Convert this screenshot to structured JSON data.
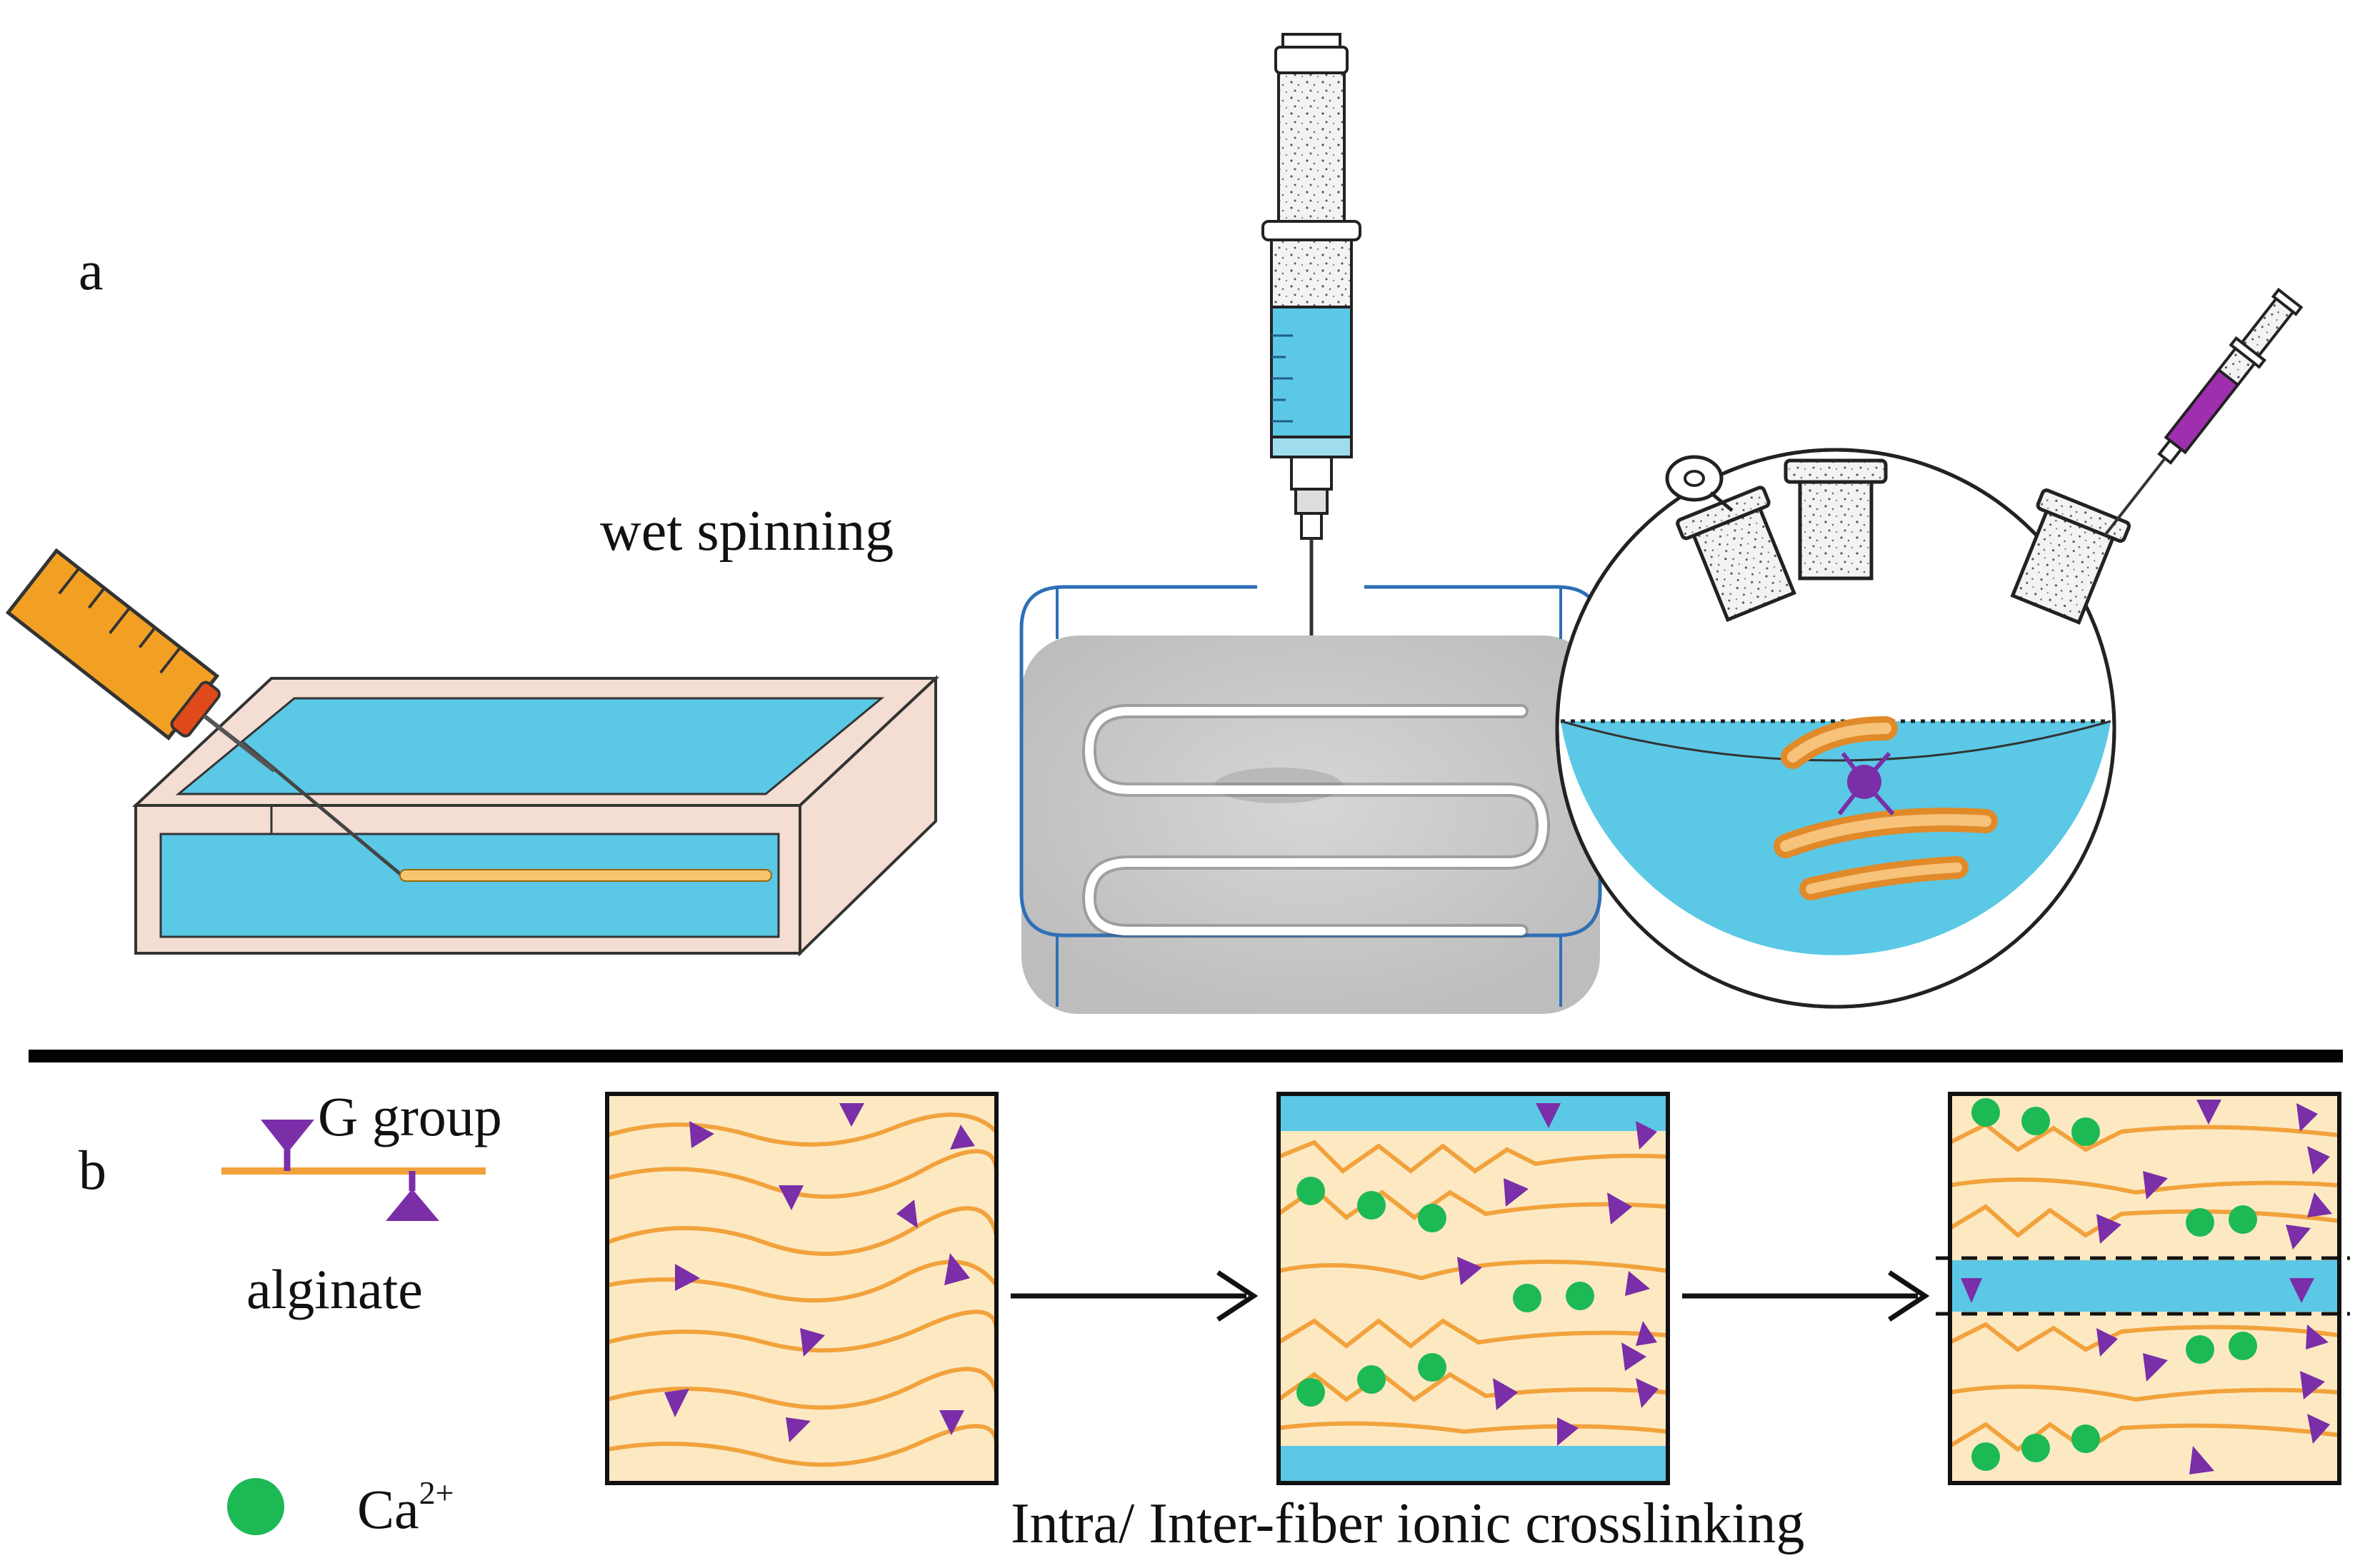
{
  "panel_a": {
    "label": "a",
    "wet_spinning_label": "wet spinning"
  },
  "panel_b": {
    "label": "b",
    "legend": {
      "g_group": "G group",
      "alginate": "alginate",
      "calcium": "Ca",
      "calcium_charge": "2+"
    },
    "caption": "Intra/ Inter-fiber ionic crosslinking"
  },
  "colors": {
    "water": "#5bc8e6",
    "fiber": "#f2a23c",
    "g_group": "#7a2ea8",
    "calcium": "#1db954",
    "box_fill": "#fce9c2",
    "syringe_orange": "#f2a024",
    "bath_frame": "#f4ddd2",
    "tray_gray": "#c9c9c9",
    "outline_blue": "#2e6fb7"
  },
  "icons": [
    "syringe-icon",
    "bath-icon",
    "flask-icon",
    "arrow-right-icon"
  ]
}
